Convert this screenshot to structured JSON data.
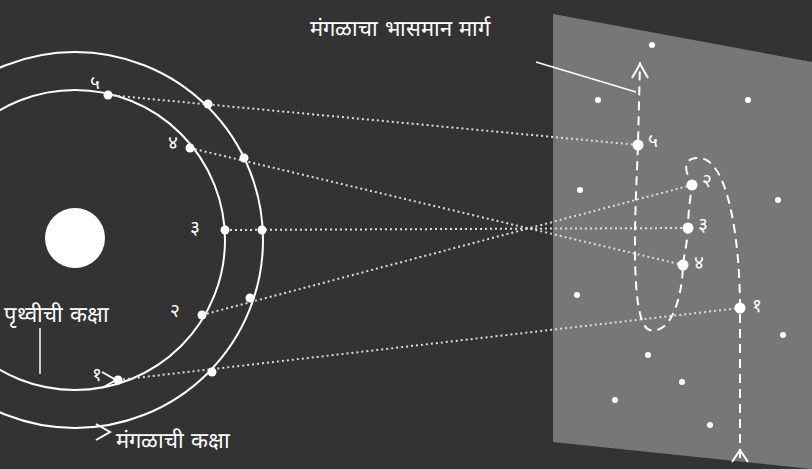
{
  "diagram": {
    "labels": [
      "मंगळाचा भासमान मार्ग",
      "५",
      "४",
      "३",
      "२",
      "१",
      "५",
      "२",
      "३",
      "४",
      "१",
      "पृथ्वीची कक्षा",
      "मंगळाची कक्षा"
    ]
  }
}
